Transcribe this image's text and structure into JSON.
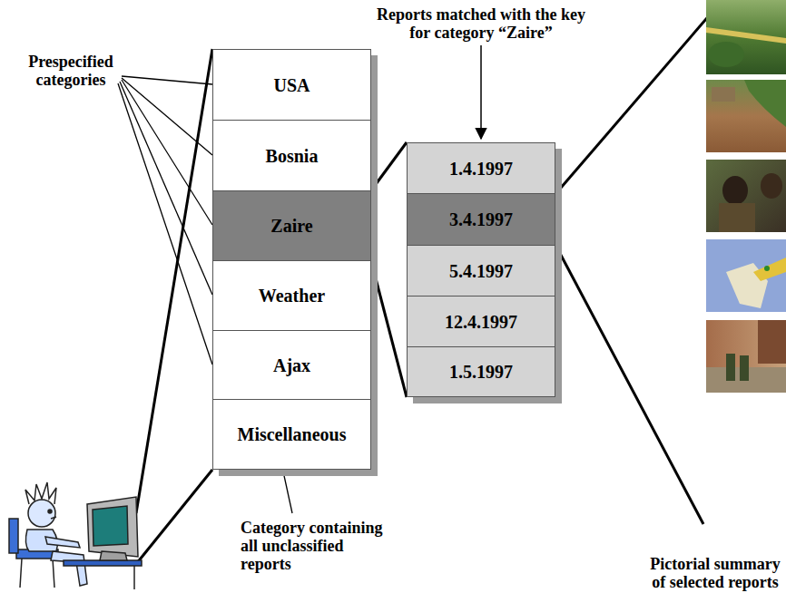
{
  "diagram": {
    "nodes": [
      {
        "text": [
          "USA"
        ]
      },
      {
        "text": [
          "Bosnia"
        ]
      },
      {
        "text": [
          "Zaire"
        ]
      },
      {
        "text": [
          "Weather"
        ]
      },
      {
        "text": [
          "Ajax"
        ]
      },
      {
        "text": [
          "Miscellaneous"
        ]
      },
      {
        "text": [
          "1.4.1997"
        ]
      },
      {
        "text": [
          "3.4.1997"
        ]
      },
      {
        "text": [
          "5.4.1997"
        ]
      },
      {
        "text": [
          "12.4.1997"
        ]
      },
      {
        "text": [
          "1.5.1997"
        ]
      }
    ],
    "edges": [
      {
        "from": 2,
        "to": 6,
        "arrow": "none"
      },
      {
        "from": 2,
        "to": 10,
        "arrow": "none"
      }
    ],
    "labels": [
      "Reports matched with the key for category “Zaire”",
      "Prespecified categories",
      "Category containing all unclassified reports",
      "Pictorial summary of selected reports"
    ]
  }
}
